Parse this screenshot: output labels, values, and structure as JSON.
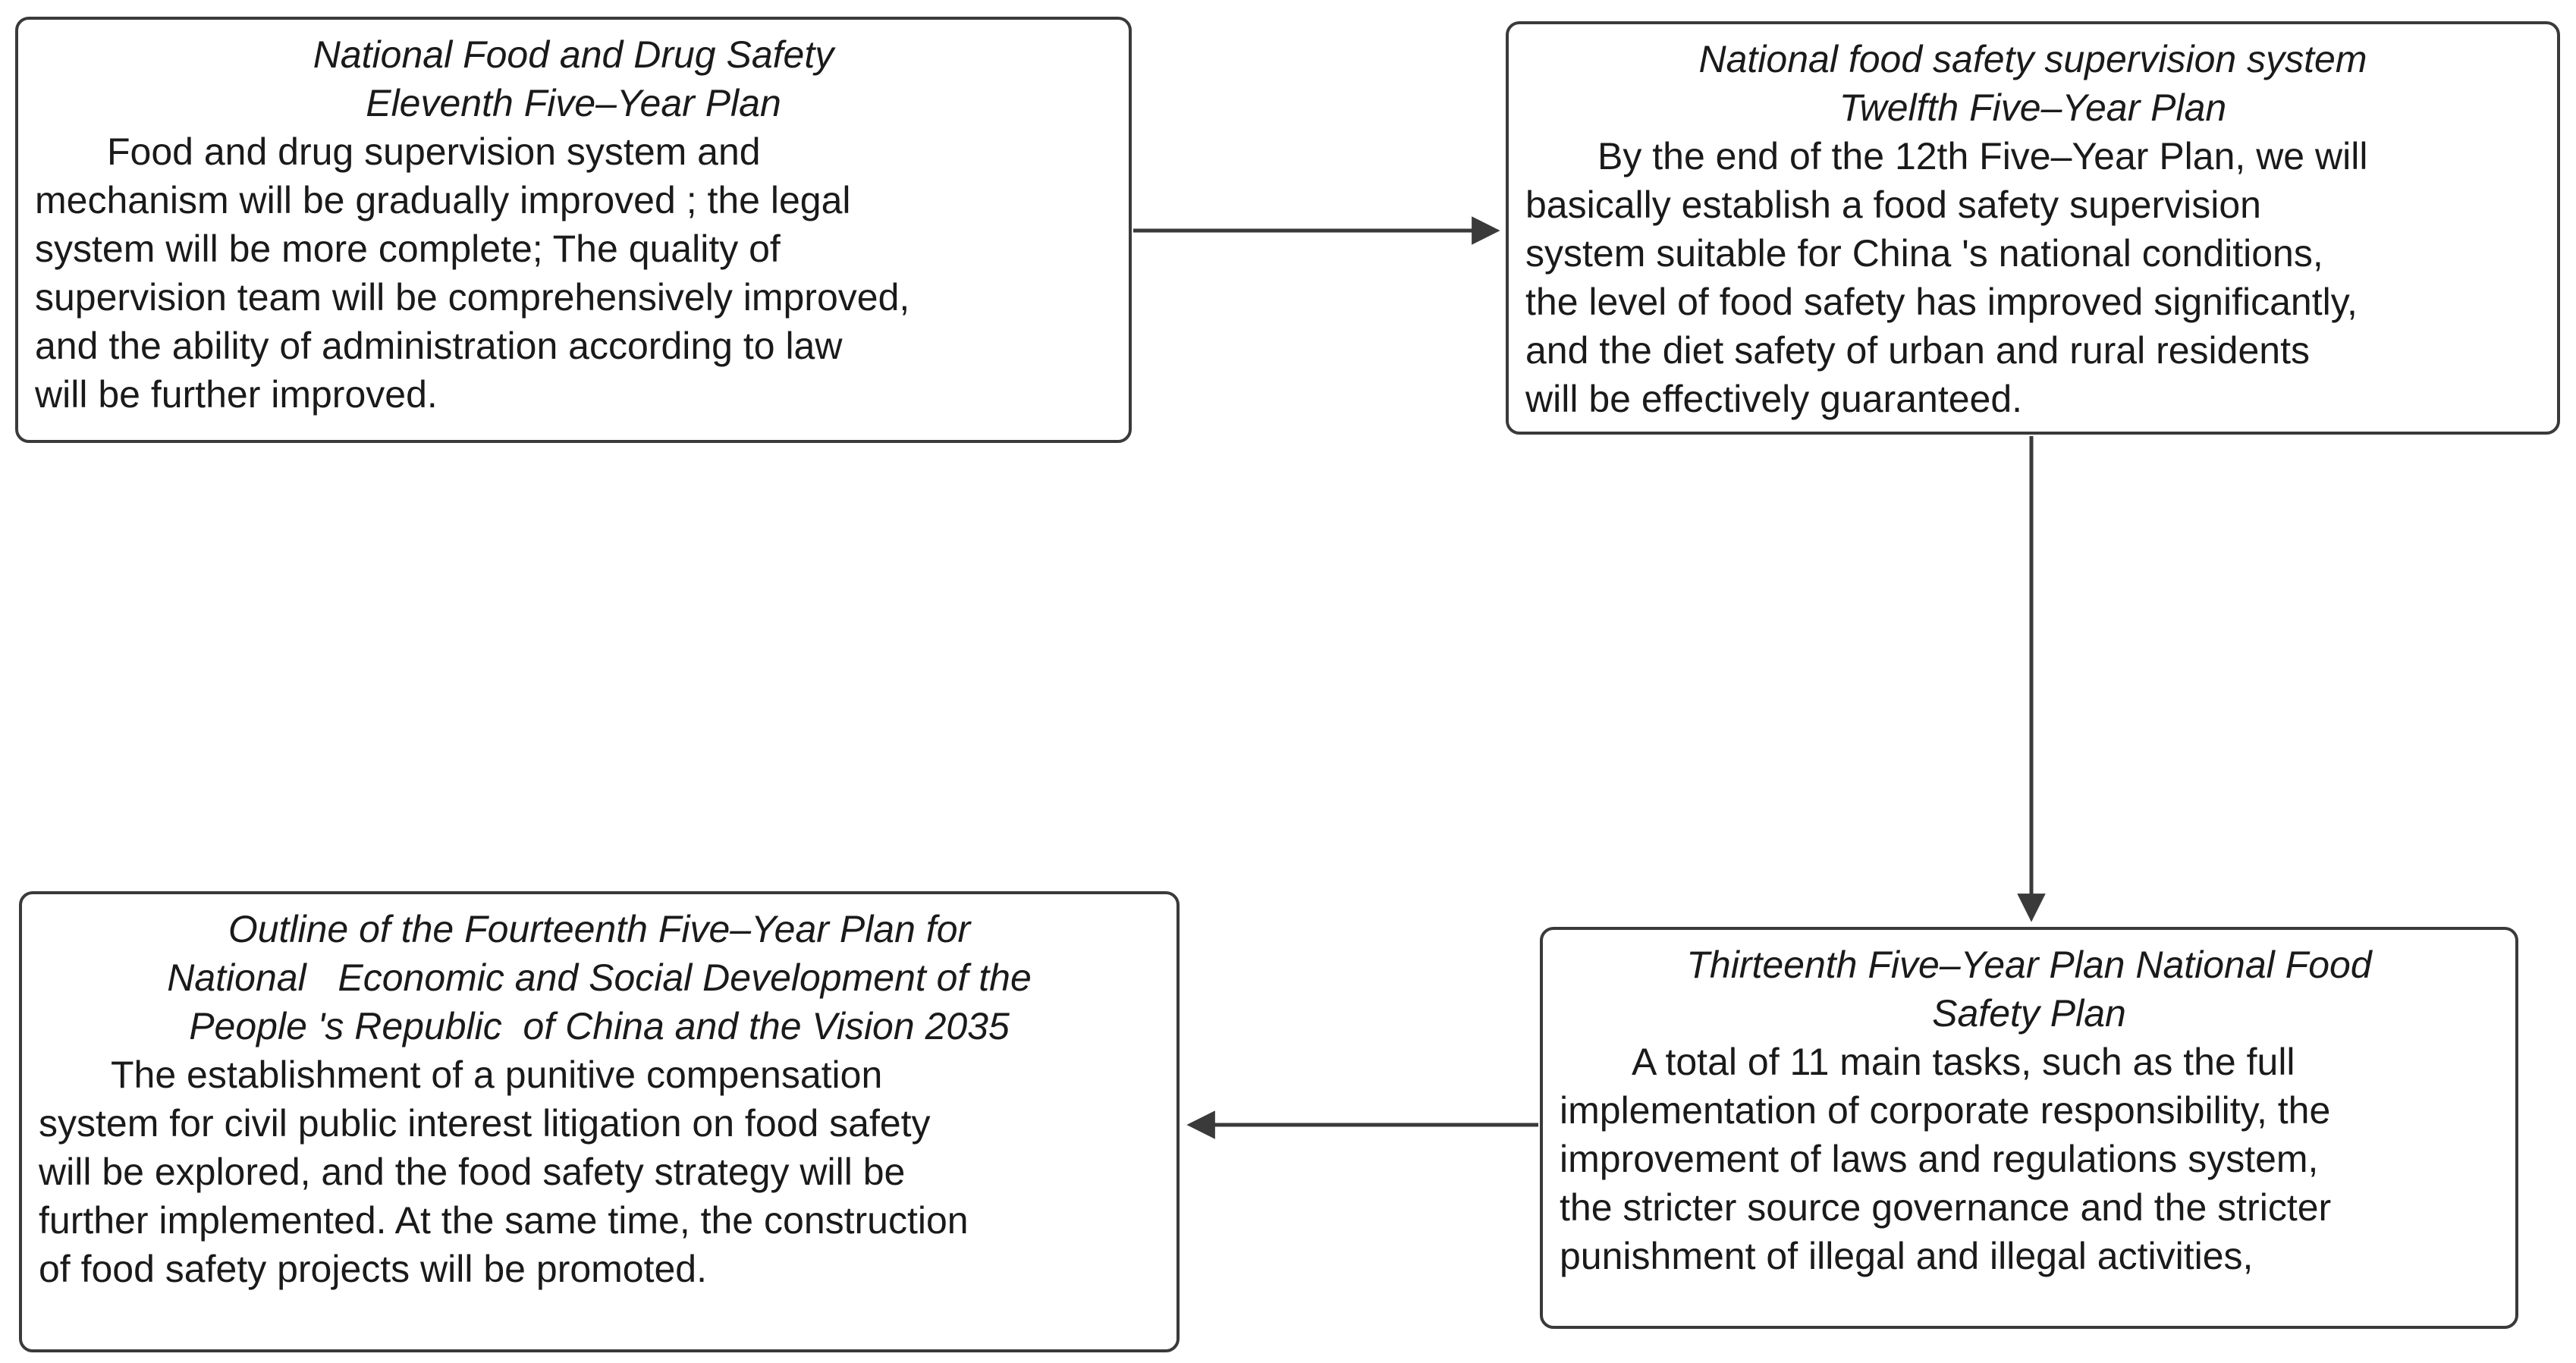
{
  "diagram": {
    "colors": {
      "background": "#ffffff",
      "text": "#1a1a1a",
      "border": "#3a3a3a",
      "arrow": "#3a3a3a"
    },
    "boxes": [
      {
        "id": "eleventh-five-year-plan",
        "title": "National Food and Drug Safety\nEleventh Five–Year Plan",
        "body": "Food and drug supervision system and\nmechanism will be gradually improved ; the legal\nsystem will be more complete; The quality of\nsupervision team will be comprehensively improved,\nand the ability of administration according to law\nwill be further improved."
      },
      {
        "id": "twelfth-five-year-plan",
        "title": "National food safety supervision system\nTwelfth Five–Year Plan",
        "body": "By the end of the 12th Five–Year Plan, we will\nbasically establish a food safety supervision\nsystem suitable for China 's national conditions,\nthe level of food safety has improved significantly,\nand the diet safety of urban and rural residents\nwill be effectively guaranteed."
      },
      {
        "id": "thirteenth-five-year-plan",
        "title": "Thirteenth Five–Year Plan National Food\nSafety Plan",
        "body": "A total of 11 main tasks, such as the full\nimplementation of corporate responsibility, the\nimprovement of laws and regulations system,\nthe stricter source governance and the stricter\npunishment of illegal and illegal activities,"
      },
      {
        "id": "fourteenth-five-year-plan",
        "title": "Outline of the Fourteenth Five–Year Plan for\nNational   Economic and Social Development of the\nPeople 's Republic  of China and the Vision 2035",
        "body": "The establishment of a punitive compensation\nsystem for civil public interest litigation on food safety\nwill be explored, and the food safety strategy will be\nfurther implemented. At the same time, the construction\nof food safety projects will be promoted."
      }
    ],
    "connectors": [
      {
        "from": "eleventh-five-year-plan",
        "to": "twelfth-five-year-plan",
        "direction": "right"
      },
      {
        "from": "twelfth-five-year-plan",
        "to": "thirteenth-five-year-plan",
        "direction": "down"
      },
      {
        "from": "thirteenth-five-year-plan",
        "to": "fourteenth-five-year-plan",
        "direction": "left"
      }
    ]
  }
}
